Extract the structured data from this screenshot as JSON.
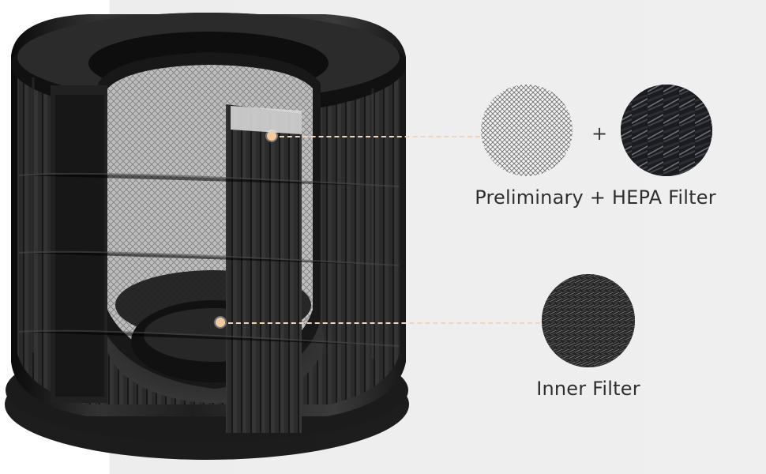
{
  "labels": {
    "preliminary_hepa": "Preliminary + HEPA Filter",
    "plus_symbol": "+",
    "inner": "Inner Filter"
  },
  "colors": {
    "background": "#efefef",
    "callout": "#f3ca9e",
    "text": "#2f2f2f",
    "filter_body": "#242424"
  },
  "icons": {
    "preliminary_sample": "fine-mesh-circle",
    "hepa_sample": "black-fiber-circle",
    "inner_sample": "woven-fiber-circle"
  }
}
